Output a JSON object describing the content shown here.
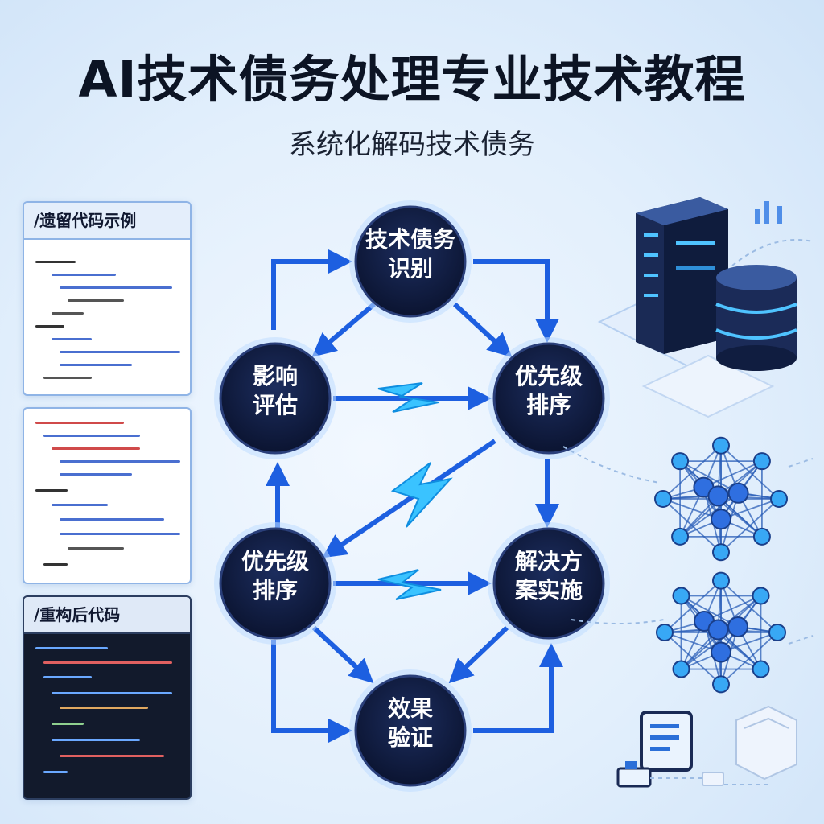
{
  "header": {
    "title": "AI技术债务处理专业技术教程",
    "subtitle": "系统化解码技术债务"
  },
  "panels": {
    "legacy_example": "/遗留代码示例",
    "refactored_code": "/重构后代码"
  },
  "nodes": [
    {
      "id": "identify",
      "lines": [
        "技术债务",
        "识别"
      ]
    },
    {
      "id": "impact",
      "lines": [
        "影响",
        "评估"
      ]
    },
    {
      "id": "priority-right",
      "lines": [
        "优先级",
        "排序"
      ]
    },
    {
      "id": "priority-left",
      "lines": [
        "优先级",
        "排序"
      ]
    },
    {
      "id": "solution",
      "lines": [
        "解决方",
        "案实施"
      ]
    },
    {
      "id": "verify",
      "lines": [
        "效果",
        "验证"
      ]
    }
  ],
  "colors": {
    "node_fill": "#0f1a3c",
    "node_ring": "#bfdcff",
    "arrow": "#1d5fe0",
    "lightning": "#25b8ff",
    "accent": "#2b8cff"
  },
  "icons": [
    "server-icon",
    "database-icon",
    "network-icon",
    "document-icon",
    "printer-icon"
  ]
}
